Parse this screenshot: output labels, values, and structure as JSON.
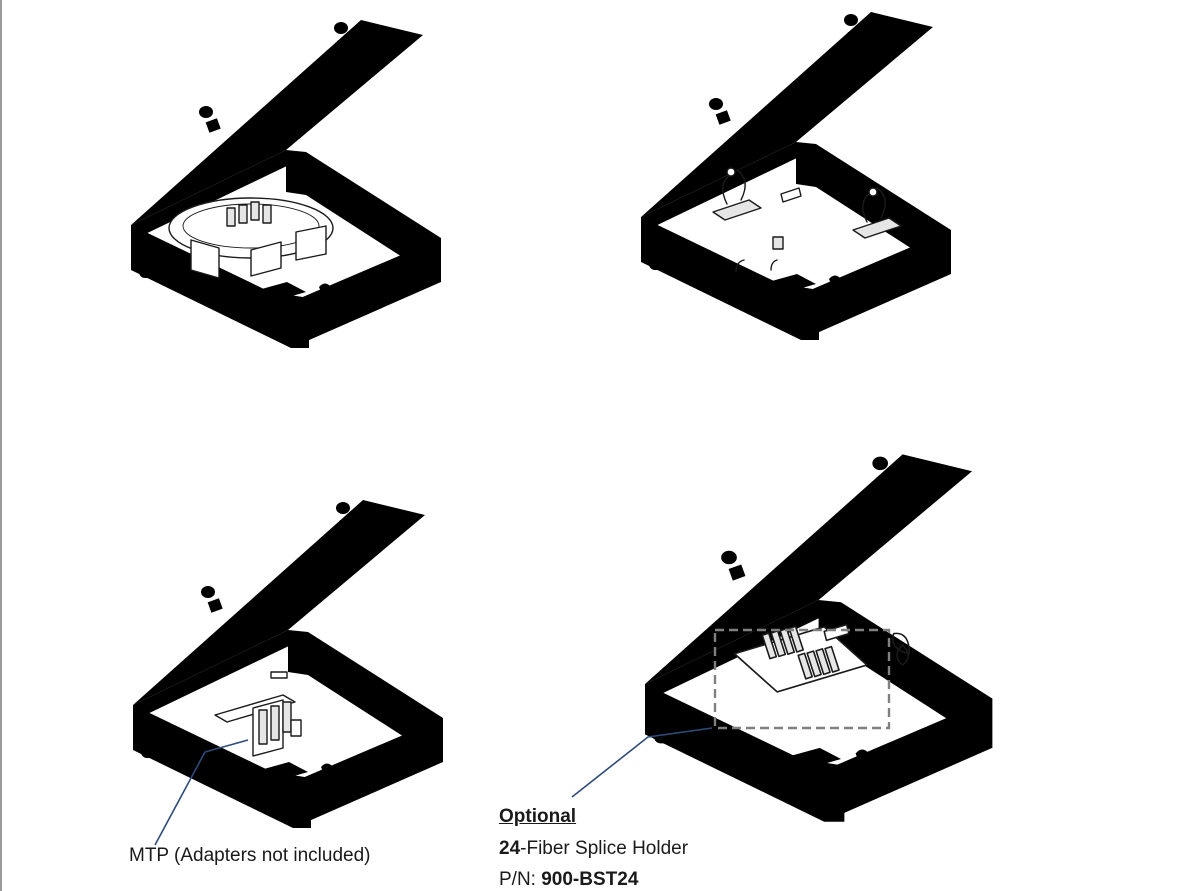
{
  "diagram": {
    "panels": [
      {
        "id": "top-left",
        "content": "enclosure with oval fiber spool organizer"
      },
      {
        "id": "top-right",
        "content": "enclosure with cable tie posts"
      },
      {
        "id": "bottom-left",
        "content": "enclosure with MTP adapter bracket"
      },
      {
        "id": "bottom-right",
        "content": "enclosure with splice holder"
      }
    ],
    "callouts": {
      "mtp": {
        "text": "MTP (Adapters not included)"
      },
      "splice": {
        "title": "Optional",
        "line1_bold": "24",
        "line1_rest": "-Fiber Splice Holder",
        "line2_prefix": "P/N: ",
        "line2_bold": "900-BST24"
      }
    },
    "colors": {
      "leader_line": "#2e4b7a",
      "dashed_box": "#808080",
      "line_art": "#1a1a1a"
    }
  }
}
